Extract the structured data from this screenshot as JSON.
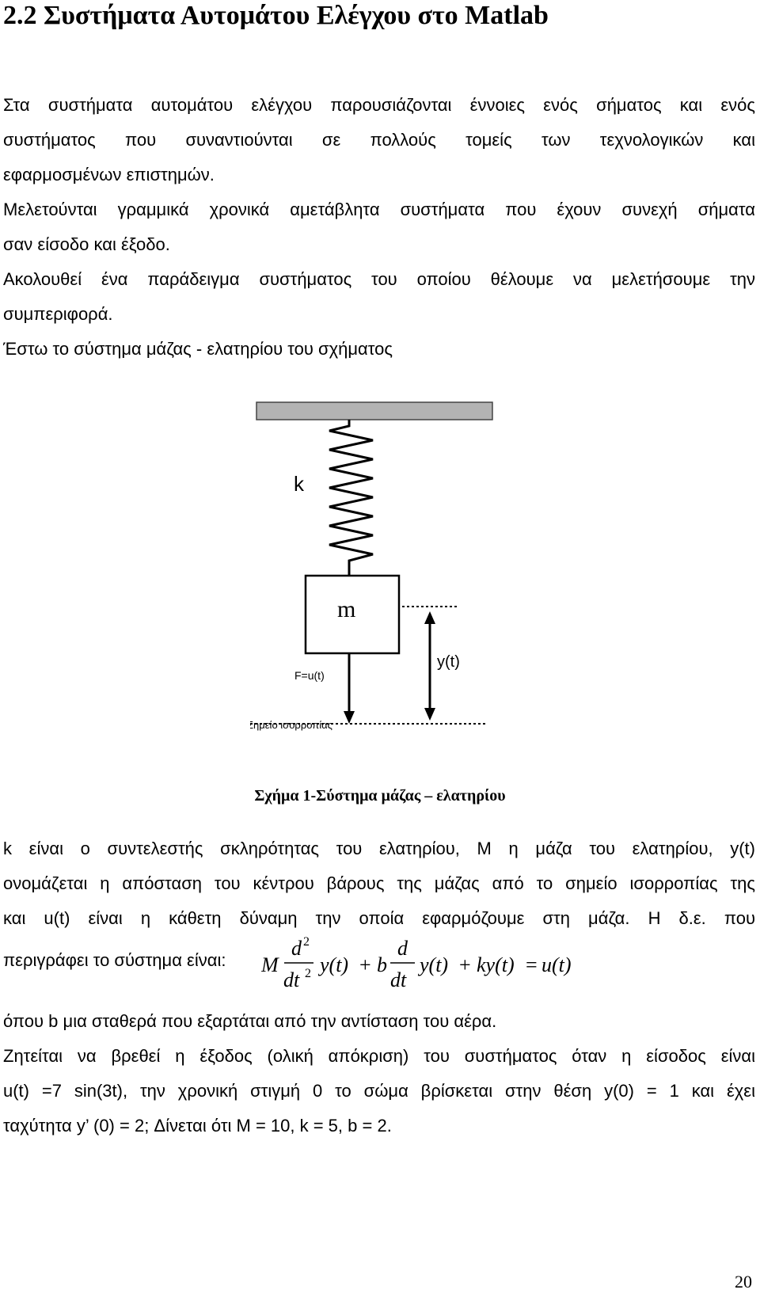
{
  "title": "2.2 Συστήματα Αυτομάτου Ελέγχου στο Matlab",
  "intro": {
    "p1_line1": "Στα συστήματα αυτομάτου ελέγχου παρουσιάζονται έννοιες ενός σήματος και ενός",
    "p1_line2": "συστήματος που συναντιούνται σε πολλούς τομείς των τεχνολογικών και",
    "p1_line3": "εφαρμοσμένων επιστημών.",
    "p2_line1": "Μελετούνται γραμμικά χρονικά αμετάβλητα συστήματα που έχουν συνεχή σήματα",
    "p2_line2": "σαν είσοδο και έξοδο.",
    "p3_line1": "Ακολουθεί ένα παράδειγμα συστήματος του οποίου θέλουμε να μελετήσουμε την",
    "p3_line2": "συμπεριφορά.",
    "p4_line1": "Έστω το σύστημα μάζας - ελατηρίου του σχήματος"
  },
  "figure": {
    "spring_label": "k",
    "mass_label": "m",
    "force_label": "F=u(t)",
    "displacement_label": "y(t)",
    "equilibrium_label": "Σημείο ισορροπίας",
    "caption": "Σχήμα 1-Σύστημα μάζας – ελατηρίου"
  },
  "body": {
    "line1": "k είναι ο συντελεστής σκληρότητας του ελατηρίου, Μ η μάζα του ελατηρίου, y(t)",
    "line2": "ονομάζεται η απόσταση του κέντρου βάρους της μάζας από το σημείο ισορροπίας της",
    "line3": "και u(t) είναι η κάθετη δύναμη την οποία εφαρμόζουμε στη μάζα. Η δ.ε. που",
    "eq_intro": "περιγράφει το σύστημα είναι:",
    "equation": {
      "M": "M",
      "d": "d",
      "sq": "2",
      "dt": "dt",
      "y_t": "y(t)",
      "plus": "+",
      "b": "b",
      "ky_t": "ky(t)",
      "eq": "=",
      "u_t": "u(t)"
    },
    "line4": "όπου b μια σταθερά που εξαρτάται από την αντίσταση του αέρα.",
    "line5": "Ζητείται να βρεθεί η έξοδος (ολική απόκριση) του συστήματος όταν η είσοδος είναι",
    "line6": "u(t) =7 sin(3t), την χρονική στιγμή 0 το σώμα βρίσκεται στην θέση y(0) = 1 και έχει",
    "line7": "ταχύτητα y’ (0) = 2; Δίνεται ότι Μ = 10, k = 5, b = 2."
  },
  "page_number": "20"
}
